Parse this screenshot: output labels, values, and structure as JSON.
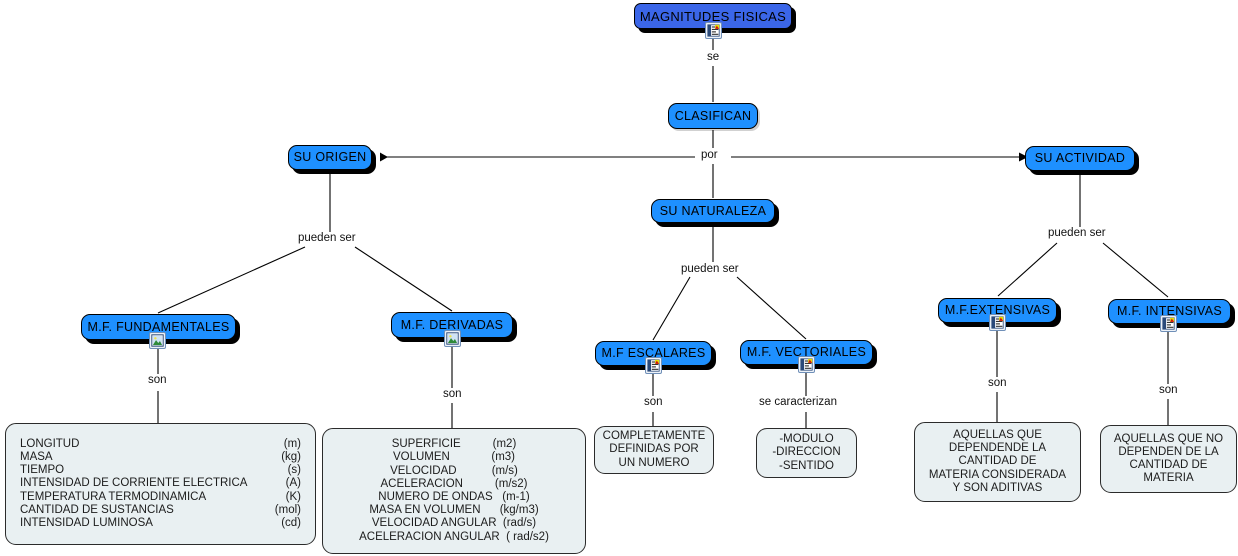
{
  "map": {
    "title": "MAGNITUDES FISICAS",
    "background": "#FFFFFF",
    "node_color": "#1E90FF",
    "root_color": "#3B66E8",
    "detail_color": "#E9F0F2",
    "line_color": "#000000"
  },
  "nodes": {
    "root": {
      "label": "MAGNITUDES FISICAS"
    },
    "clasifican": {
      "label": "CLASIFICAN"
    },
    "origen": {
      "label": "SU ORIGEN"
    },
    "naturaleza": {
      "label": "SU NATURALEZA"
    },
    "actividad": {
      "label": "SU ACTIVIDAD"
    },
    "fundamentales": {
      "label": "M.F. FUNDAMENTALES"
    },
    "derivadas": {
      "label": "M.F. DERIVADAS"
    },
    "escalares": {
      "label": "M.F ESCALARES"
    },
    "vectoriales": {
      "label": "M.F. VECTORIALES"
    },
    "extensivas": {
      "label": "M.F.EXTENSIVAS"
    },
    "intensivas": {
      "label": "M.F. INTENSIVAS"
    }
  },
  "link_labels": {
    "se": "se",
    "por": "por",
    "pueden_ser_origen": "pueden ser",
    "pueden_ser_naturaleza": "pueden ser",
    "pueden_ser_actividad": "pueden ser",
    "son_fundamentales": "son",
    "son_derivadas": "son",
    "son_escalares": "son",
    "se_caracterizan": "se caracterizan",
    "son_extensivas": "son",
    "son_intensivas": "son"
  },
  "icons": {
    "root": "document-icon",
    "fundamentales": "picture-icon",
    "derivadas": "picture-icon",
    "escalares": "document-icon",
    "vectoriales": "document-icon",
    "extensivas": "document-icon",
    "intensivas": "document-icon"
  },
  "details": {
    "fundamentales": {
      "rows": [
        {
          "name": "LONGITUD",
          "unit": "(m)"
        },
        {
          "name": "MASA",
          "unit": "(kg)"
        },
        {
          "name": "TIEMPO",
          "unit": "(s)"
        },
        {
          "name": "INTENSIDAD DE CORRIENTE ELECTRICA",
          "unit": "(A)"
        },
        {
          "name": "TEMPERATURA TERMODINAMICA",
          "unit": "(K)"
        },
        {
          "name": "CANTIDAD DE SUSTANCIAS",
          "unit": "(mol)"
        },
        {
          "name": "INTENSIDAD LUMINOSA",
          "unit": "(cd)"
        }
      ]
    },
    "derivadas": {
      "rows": [
        "SUPERFICIE          (m2)",
        "VOLUMEN             (m3)",
        "VELOCIDAD           (m/s)",
        "ACELERACION          (m/s2)",
        "NUMERO DE ONDAS   (m-1)",
        "MASA EN VOLUMEN      (kg/m3)",
        "VELOCIDAD ANGULAR  (rad/s)",
        "ACELERACION ANGULAR  ( rad/s2)"
      ]
    },
    "escalares": {
      "rows": [
        "COMPLETAMENTE",
        "DEFINIDAS POR",
        "UN NUMERO"
      ]
    },
    "vectoriales": {
      "rows": [
        "-MODULO",
        "-DIRECCION",
        "-SENTIDO"
      ]
    },
    "extensivas": {
      "rows": [
        "AQUELLAS QUE",
        "DEPENDENDE LA",
        "CANTIDAD DE",
        "MATERIA CONSIDERADA",
        "Y SON ADITIVAS"
      ]
    },
    "intensivas": {
      "rows": [
        "AQUELLAS QUE NO",
        "DEPENDEN DE LA",
        "CANTIDAD DE",
        "MATERIA"
      ]
    }
  }
}
